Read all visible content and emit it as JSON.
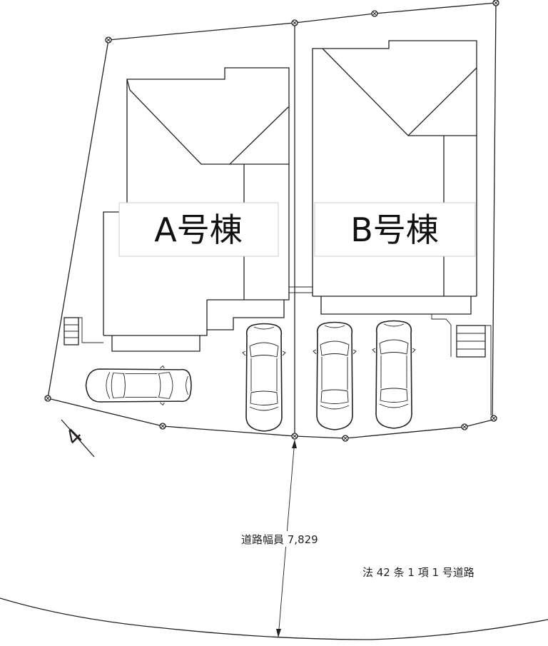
{
  "buildings": [
    {
      "label": "A号棟"
    },
    {
      "label": "B号棟"
    }
  ],
  "road": {
    "width_label": "道路幅員 7,829",
    "type_label": "法 42 条 1 項 1 号道路"
  },
  "compass": {
    "label": "4"
  },
  "colors": {
    "line": "#231f20",
    "background": "#ffffff"
  }
}
